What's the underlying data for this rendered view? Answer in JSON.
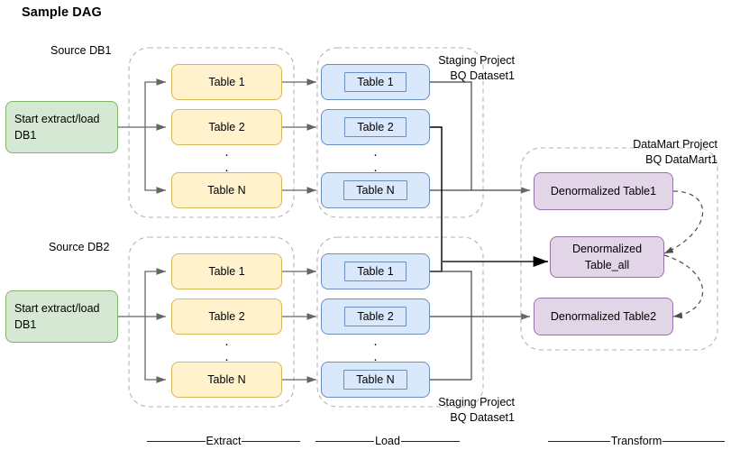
{
  "title": "Sample DAG",
  "groups": {
    "source_db1_label": "Source DB1",
    "source_db2_label": "Source DB2",
    "staging_top_label": "Staging Project\nBQ Dataset1",
    "staging_bottom_label": "Staging Project\nBQ Dataset1",
    "datamart_label": "DataMart Project\nBQ DataMart1"
  },
  "start_nodes": [
    {
      "id": "start-db1-top",
      "text": "Start extract/load DB1",
      "color": "#d5e8d4",
      "border": "#82b366"
    },
    {
      "id": "start-db1-bottom",
      "text": "Start extract/load DB1",
      "color": "#d5e8d4",
      "border": "#82b366"
    }
  ],
  "extract_top": [
    {
      "label": "Table 1"
    },
    {
      "label": "Table 2"
    },
    {
      "label": "Table N"
    }
  ],
  "extract_bottom": [
    {
      "label": "Table 1"
    },
    {
      "label": "Table 2"
    },
    {
      "label": "Table N"
    }
  ],
  "load_top": [
    {
      "label": "Table 1"
    },
    {
      "label": "Table 2"
    },
    {
      "label": "Table N"
    }
  ],
  "load_bottom": [
    {
      "label": "Table 1"
    },
    {
      "label": "Table 2"
    },
    {
      "label": "Table N"
    }
  ],
  "transform": [
    {
      "id": "denorm-table1",
      "label": "Denormalized Table1"
    },
    {
      "id": "denorm-table-all",
      "line1": "Denormalized",
      "line2": "Table_all"
    },
    {
      "id": "denorm-table2",
      "label": "Denormalized Table2"
    }
  ],
  "phases": [
    {
      "id": "extract",
      "label": "Extract"
    },
    {
      "id": "load",
      "label": "Load"
    },
    {
      "id": "transform",
      "label": "Transform"
    }
  ],
  "ellipsis": "·",
  "colors": {
    "green_fill": "#d5e8d4",
    "green_stroke": "#82b366",
    "yellow_fill": "#fff2cc",
    "yellow_stroke": "#d6b656",
    "blue_fill": "#dae8fc",
    "blue_stroke": "#6c8ebf",
    "purple_fill": "#e1d5e7",
    "purple_stroke": "#9673a6",
    "edge": "#666666",
    "edge_dark": "#000000",
    "group_dash": "#b3b3b3"
  }
}
